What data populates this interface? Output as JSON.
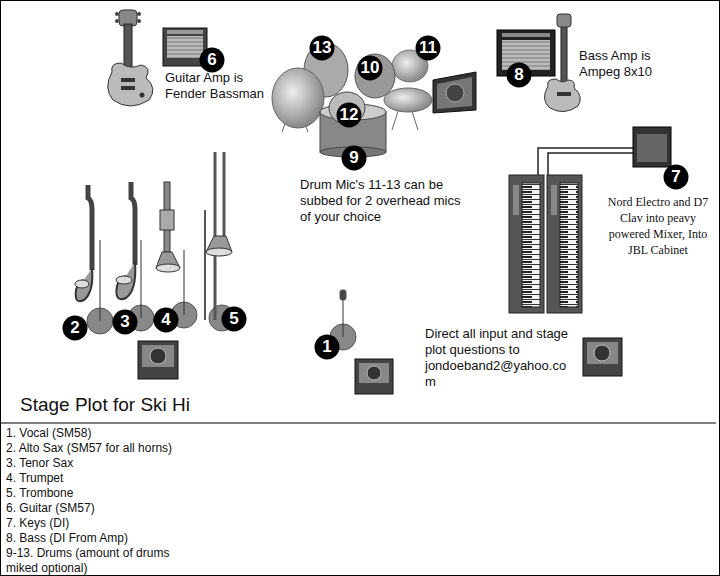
{
  "diagram": {
    "title": "Stage Plot for Ski Hi",
    "nodes": [
      {
        "text": [
          "6"
        ]
      },
      {
        "text": [
          "13"
        ]
      },
      {
        "text": [
          "11"
        ]
      },
      {
        "text": [
          "10"
        ]
      },
      {
        "text": [
          "8"
        ]
      },
      {
        "text": [
          "12"
        ]
      },
      {
        "text": [
          "9"
        ]
      },
      {
        "text": [
          "7"
        ]
      },
      {
        "text": [
          "2"
        ]
      },
      {
        "text": [
          "3"
        ]
      },
      {
        "text": [
          "4"
        ]
      },
      {
        "text": [
          "5"
        ]
      },
      {
        "text": [
          "1"
        ]
      }
    ],
    "labels": [
      "Guitar Amp is Fender Bassman",
      "Bass Amp is Ampeg 8x10",
      "Drum Mic's 11-13 can be subbed for 2 overhead mics of your choice",
      "Nord Electro and D7 Clav into peavy powered Mixer, Into JBL Cabinet",
      "Direct all input and stage plot questions to jondoeband2@yahoo.com",
      "1. Vocal (SM58)",
      "2. Alto Sax (SM57 for all horns)",
      "3. Tenor Sax",
      "4. Trumpet",
      "5. Trombone",
      "6. Guitar (SM57)",
      "7. Keys (DI)",
      "8. Bass (DI From Amp)",
      "9-13. Drums (amount of drums miked optional)"
    ]
  }
}
